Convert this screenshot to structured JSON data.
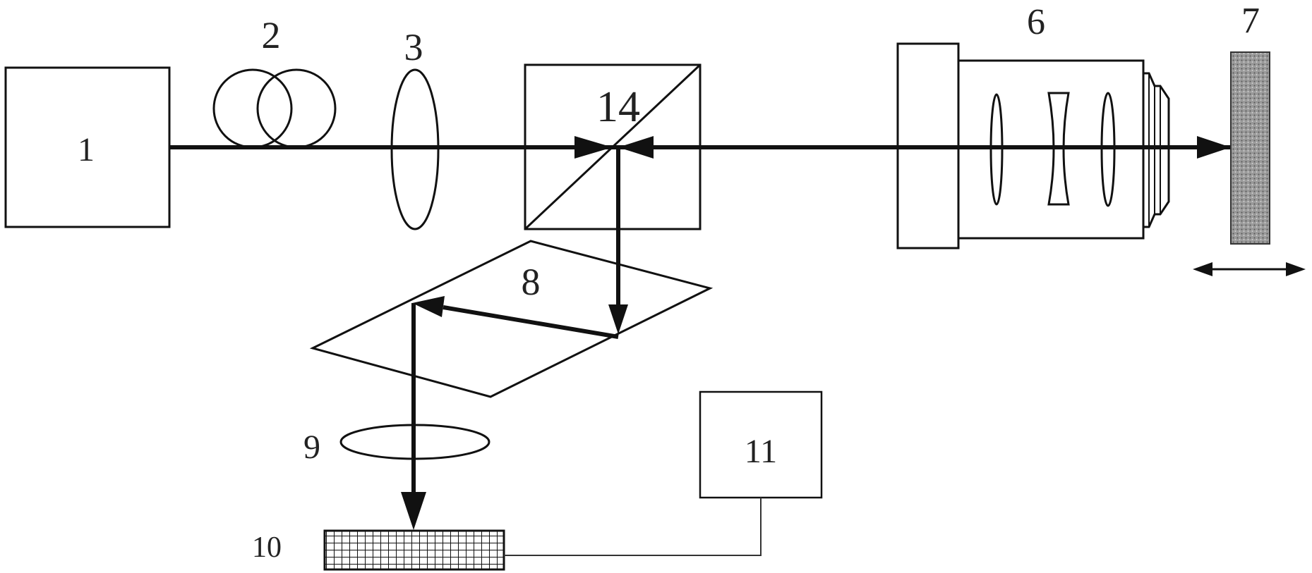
{
  "labels": {
    "l1": "1",
    "l2": "2",
    "l3": "3",
    "l14": "14",
    "l6": "6",
    "l7": "7",
    "l8": "8",
    "l9": "9",
    "l10": "10",
    "l11": "11"
  },
  "colors": {
    "line": "#111111",
    "sample": "#8a8a8a",
    "background": "#ffffff"
  },
  "icons": {
    "stage_motion": "double-arrow-icon",
    "detector_grid": "grid-icon"
  }
}
